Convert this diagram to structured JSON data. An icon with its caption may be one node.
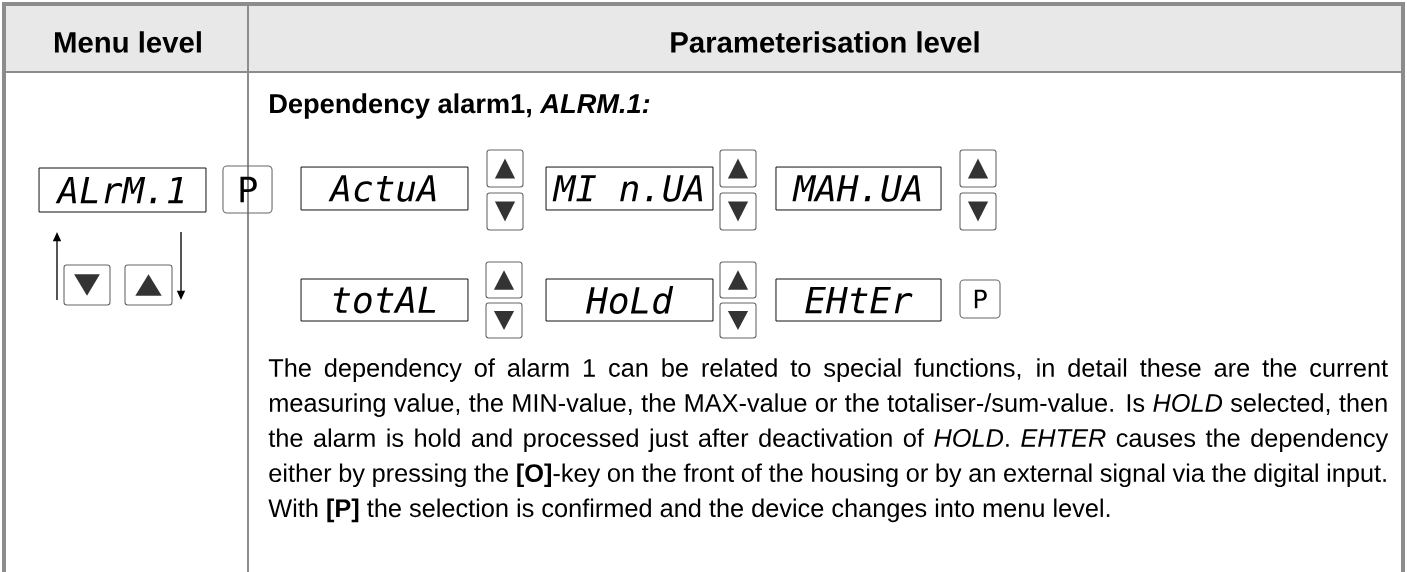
{
  "diagram": {
    "nodes": [
      {
        "text": [
          "ALrM.1"
        ]
      },
      {
        "text": [
          "ActuA"
        ]
      },
      {
        "text": [
          "MI n.UA"
        ]
      },
      {
        "text": [
          "MAH.UA"
        ]
      },
      {
        "text": [
          "totAL"
        ]
      },
      {
        "text": [
          "HoLd"
        ]
      },
      {
        "text": [
          "EHtEr"
        ]
      }
    ],
    "labels": [
      "Menu level",
      "Parameterisation level",
      "Dependency alarm1, *ALRM.1:*",
      "P",
      "P",
      "The dependency of alarm 1 can be related to special functions, in detail these are the current measuring value, the MIN-value, the MAX-value or the totaliser-/sum-value. Is *HOLD* selected, then the alarm is hold and processed just after deactivation of *HOLD*. *EHTER* causes the dependency either by pressing the **[O]**-key on the front of the housing or by an external signal via the digital input. With **[P]** the selection is confirmed and the device changes into menu level."
    ]
  }
}
